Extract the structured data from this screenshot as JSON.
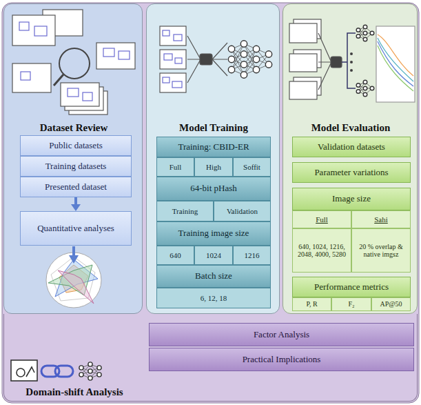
{
  "diagram": {
    "nodes": [
      {
        "text": [
          "Dataset Review"
        ]
      },
      {
        "text": [
          "Public datasets"
        ],
        "in": 0
      },
      {
        "text": [
          "Training datasets"
        ],
        "in": 0
      },
      {
        "text": [
          "Presented dataset"
        ],
        "in": 0
      },
      {
        "text": [
          "Quantitative analyses"
        ],
        "in": 0
      },
      {
        "text": [
          "Model Training"
        ]
      },
      {
        "text": [
          "Training: CBID-ER"
        ],
        "in": 5
      },
      {
        "text": [
          "Full"
        ],
        "in": 5
      },
      {
        "text": [
          "High"
        ],
        "in": 5
      },
      {
        "text": [
          "Soffit"
        ],
        "in": 5
      },
      {
        "text": [
          "64-bit pHash"
        ],
        "in": 5
      },
      {
        "text": [
          "Training"
        ],
        "in": 5
      },
      {
        "text": [
          "Validation"
        ],
        "in": 5
      },
      {
        "text": [
          "Training image size"
        ],
        "in": 5
      },
      {
        "text": [
          "640"
        ],
        "in": 5
      },
      {
        "text": [
          "1024"
        ],
        "in": 5
      },
      {
        "text": [
          "1216"
        ],
        "in": 5
      },
      {
        "text": [
          "Batch size"
        ],
        "in": 5
      },
      {
        "text": [
          "6, 12, 18"
        ],
        "in": 5
      },
      {
        "text": [
          "Model Evaluation"
        ]
      },
      {
        "text": [
          "Validation datasets"
        ],
        "in": 19
      },
      {
        "text": [
          "Parameter variations"
        ],
        "in": 19
      },
      {
        "text": [
          "Image size"
        ],
        "in": 19
      },
      {
        "text": [
          "Full"
        ],
        "in": 19
      },
      {
        "text": [
          "Sahi"
        ],
        "in": 19
      },
      {
        "text": [
          "640, 1024, 1216, 2048, 4000, 5280"
        ],
        "in": 19
      },
      {
        "text": [
          "20 % overlap & native imgsz"
        ],
        "in": 19
      },
      {
        "text": [
          "Performance metrics"
        ],
        "in": 19
      },
      {
        "text": [
          "P, R"
        ],
        "in": 19
      },
      {
        "text": [
          "F₂"
        ],
        "in": 19
      },
      {
        "text": [
          "AP@50"
        ],
        "in": 19
      },
      {
        "text": [
          "Domain-shift Analysis"
        ]
      },
      {
        "text": [
          "Factor Analysis"
        ],
        "in": 31
      },
      {
        "text": [
          "Practical Implications"
        ],
        "in": 31
      }
    ],
    "edges": [
      {
        "from": 3,
        "to": 4,
        "arrow": "to"
      }
    ]
  }
}
